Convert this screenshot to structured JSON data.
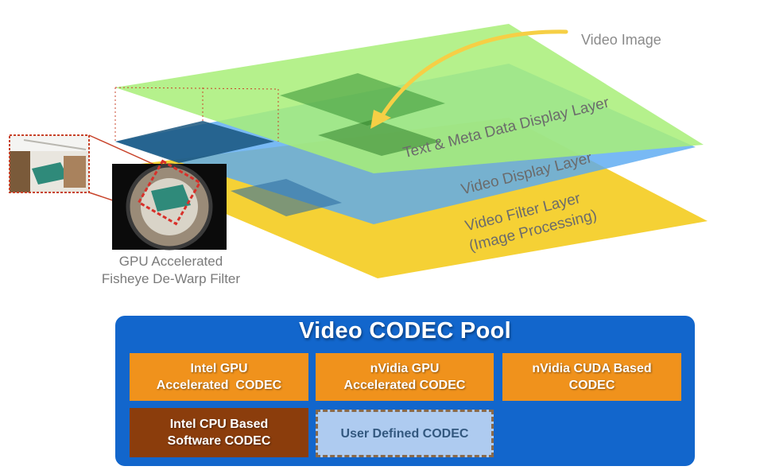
{
  "layers": {
    "video_image": "Video Image",
    "text_meta": "Text & Meta Data Display Layer",
    "video_display": "Video Display Layer",
    "video_filter_line1": "Video Filter Layer",
    "video_filter_line2": "(Image Processing)",
    "colors": {
      "text_meta_layer": "#a8ee78",
      "video_display_layer": "#5aaaf2",
      "video_filter_layer": "#f4cf2a",
      "arrow": "#f6cf45",
      "zoom_frame": "#c8432a"
    }
  },
  "fisheye": {
    "line1": "GPU Accelerated",
    "line2": "Fisheye De-Warp Filter"
  },
  "pool": {
    "title": "Video CODEC Pool",
    "color": "#1266cc",
    "codecs": [
      {
        "line1": "Intel GPU",
        "line2": "Accelerated  CODEC",
        "color": "#f0921c"
      },
      {
        "line1": "nVidia GPU",
        "line2": "Accelerated CODEC",
        "color": "#f0921c"
      },
      {
        "line1": "nVidia CUDA Based",
        "line2": "CODEC",
        "color": "#f0921c"
      },
      {
        "line1": "Intel CPU Based",
        "line2": "Software CODEC",
        "color": "#8b3d0c"
      },
      {
        "line1": "User Defined CODEC",
        "color": "#aecbf0"
      }
    ]
  }
}
